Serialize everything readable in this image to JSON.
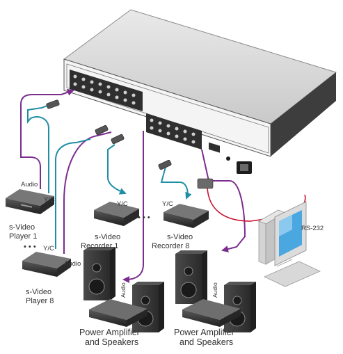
{
  "colors": {
    "audio_cable": "#7b2d8e",
    "video_cable": "#1f8fa6",
    "rs232_cable": "#c8102e",
    "chassis_dark": "#3a3a3a",
    "chassis_top": "#d6d6d6",
    "panel": "#f2f2f2"
  },
  "labels": {
    "audio_1": "Audio",
    "yc_1": "Y/C",
    "player1_line1": "s-Video",
    "player1_line2": "Player 1",
    "dots_players": "• • •",
    "yc_2": "Y/C",
    "audio_2": "Audio",
    "player8_line1": "s-Video",
    "player8_line2": "Player 8",
    "yc_rec1": "Y/C",
    "yc_rec8": "Y/C",
    "dots_recorders": "• • •",
    "rec1_line1": "s-Video",
    "rec1_line2": "Recorder 1",
    "rec8_line1": "s-Video",
    "rec8_line2": "Recorder 8",
    "rs232": "RS-232",
    "audio_amp1": "Audio",
    "audio_amp2": "Audio",
    "amp1_line1": "Power Amplifier",
    "amp1_line2": "and Speakers",
    "amp2_line1": "Power Amplifier",
    "amp2_line2": "and Speakers"
  },
  "icons": {
    "router": "matrix-switcher-rear-panel",
    "player": "video-player-device",
    "recorder": "video-recorder-device",
    "speaker": "loudspeaker-cabinet",
    "amplifier": "power-amplifier",
    "computer": "desktop-computer"
  }
}
